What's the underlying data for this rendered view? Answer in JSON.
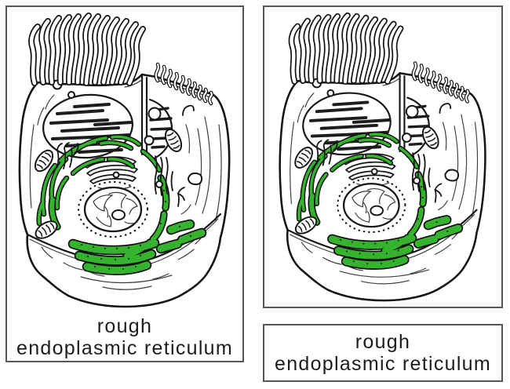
{
  "cards": {
    "left": {
      "label_line1": "rough",
      "label_line2": "endoplasmic reticulum"
    },
    "right_label": {
      "label_line1": "rough",
      "label_line2": "endoplasmic reticulum"
    }
  },
  "diagram": {
    "highlighted_organelle": "rough endoplasmic reticulum"
  },
  "colors": {
    "er_green": "#35b32e",
    "ink": "#1d1d1d",
    "card_border": "#575757",
    "paper": "#ffffff"
  }
}
